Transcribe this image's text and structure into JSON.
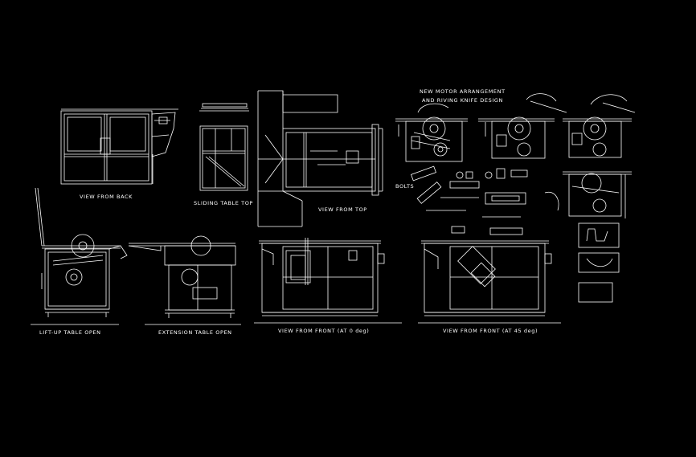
{
  "drawing": {
    "background": "#000000",
    "line_color": "#ffffff",
    "titles": {
      "view_from_back": "VIEW FROM BACK",
      "sliding_table_top": "SLIDING TABLE TOP",
      "view_from_top": "VIEW FROM TOP",
      "motor_line1": "NEW MOTOR ARRANGEMENT",
      "motor_line2": "AND RIVING KNIFE DESIGN",
      "lift_up_table_open": "LIFT-UP TABLE OPEN",
      "extension_table_open": "EXTENSION TABLE OPEN",
      "view_from_front_0": "VIEW FROM FRONT (AT 0 deg)",
      "view_from_front_45": "VIEW FROM FRONT (AT 45 deg)",
      "bolts": "BOLTS"
    }
  }
}
